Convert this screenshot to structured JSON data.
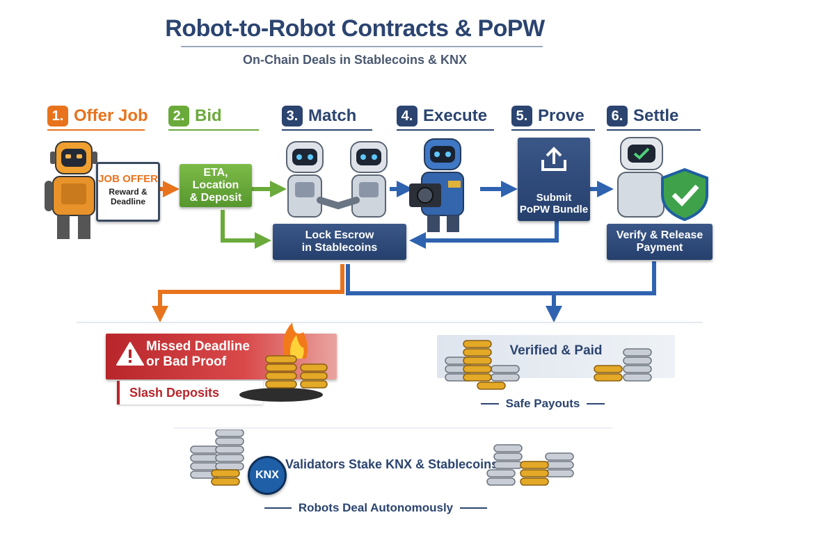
{
  "header": {
    "title": "Robot-to-Robot Contracts & PoPW",
    "subtitle": "On-Chain Deals in Stablecoins & KNX"
  },
  "steps": [
    {
      "num": "1.",
      "label": "Offer Job"
    },
    {
      "num": "2.",
      "label": "Bid"
    },
    {
      "num": "3.",
      "label": "Match"
    },
    {
      "num": "4.",
      "label": "Execute"
    },
    {
      "num": "5.",
      "label": "Prove"
    },
    {
      "num": "6.",
      "label": "Settle"
    }
  ],
  "job_offer": {
    "title": "JOB OFFER",
    "line1": "Reward &",
    "line2": "Deadline"
  },
  "bid_box": {
    "line1": "ETA, Location",
    "line2": "& Deposit"
  },
  "escrow_box": {
    "line1": "Lock Escrow",
    "line2": "in Stablecoins"
  },
  "prove_box": {
    "line1": "Submit",
    "line2": "PoPW Bundle"
  },
  "settle_box": {
    "line1": "Verify & Release",
    "line2": "Payment"
  },
  "fail_card": {
    "line1": "Missed Deadline",
    "line2": "or Bad Proof",
    "action": "Slash Deposits"
  },
  "success_card": {
    "title": "Verified & Paid",
    "caption": "Safe Payouts"
  },
  "validators": {
    "title": "Validators Stake KNX & Stablecoins",
    "token": "KNX",
    "caption": "Robots Deal Autonomously"
  },
  "colors": {
    "orange": "#e8731c",
    "green": "#6aaa3a",
    "navy": "#2b4470",
    "blue": "#2f63b0",
    "red": "#b8262b"
  }
}
